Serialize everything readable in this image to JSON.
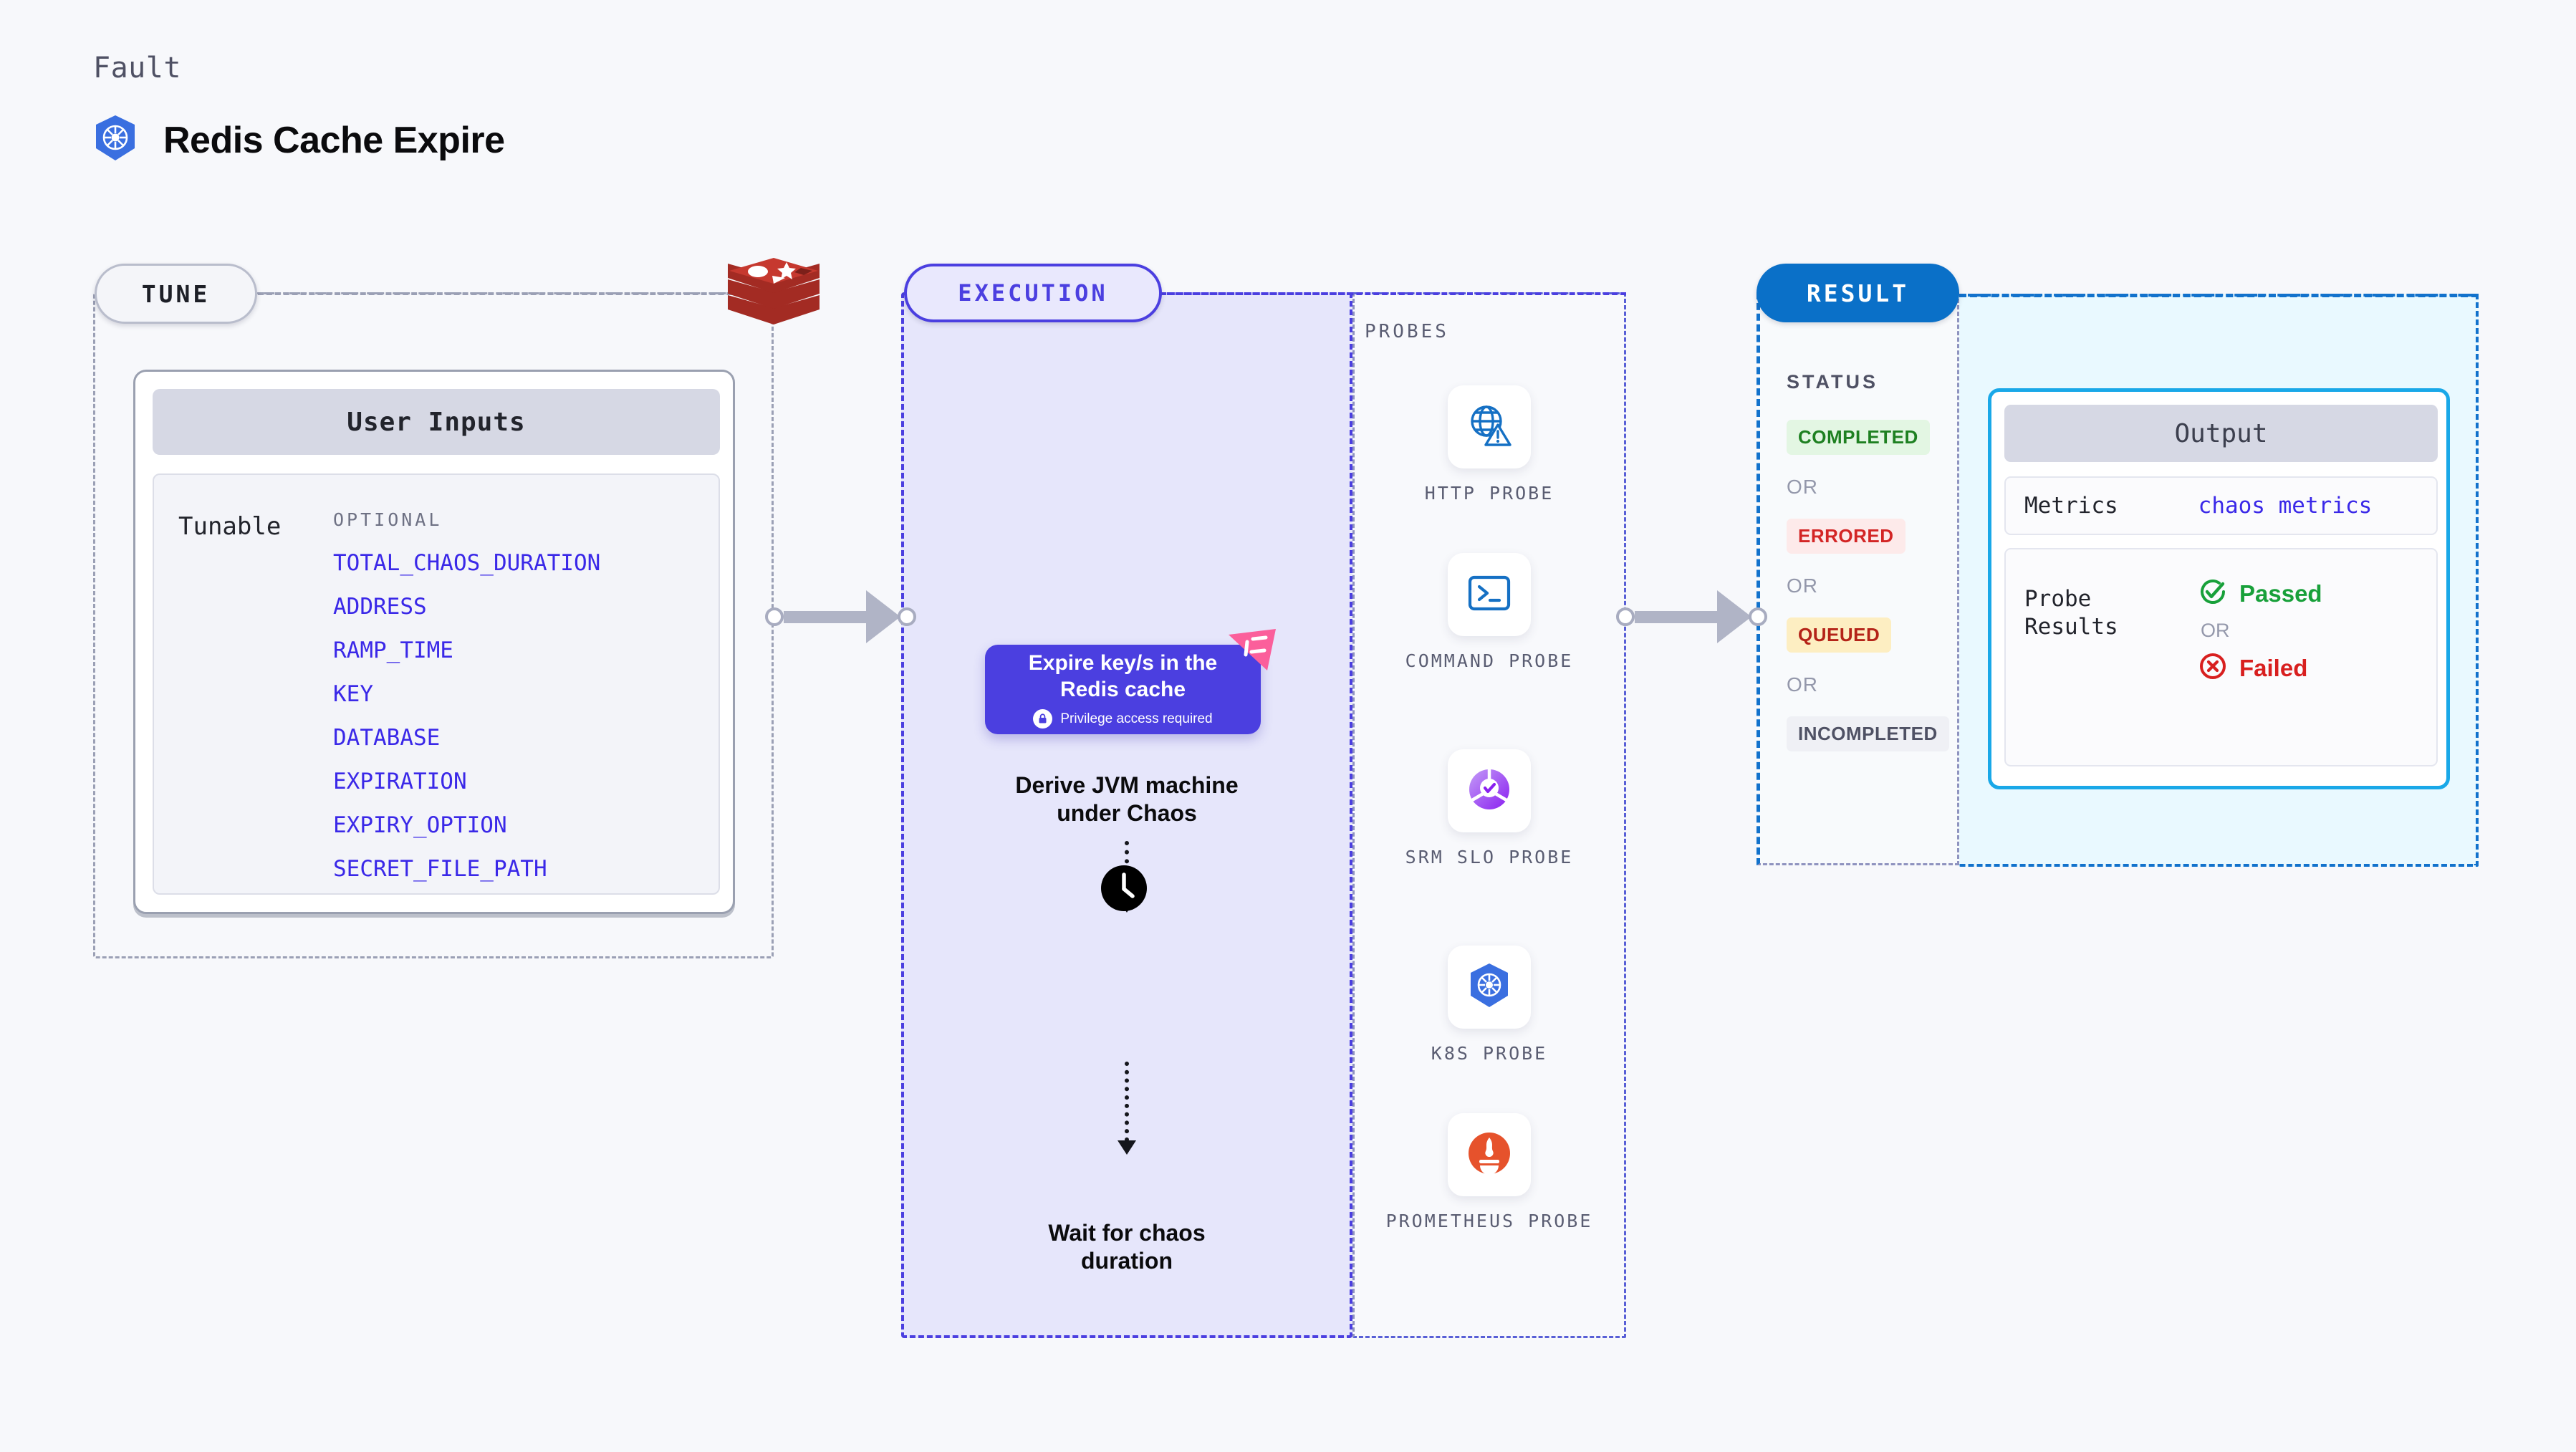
{
  "header": {
    "kicker": "Fault",
    "title": "Redis Cache Expire",
    "icon": "kubernetes-helm-icon"
  },
  "tune": {
    "badge": "TUNE",
    "logo": "redis-logo",
    "card_title": "User Inputs",
    "tunable_label": "Tunable",
    "optional_label": "OPTIONAL",
    "params": [
      "TOTAL_CHAOS_DURATION",
      "ADDRESS",
      "RAMP_TIME",
      "KEY",
      "DATABASE",
      "EXPIRATION",
      "EXPIRY_OPTION",
      "SECRET_FILE_PATH"
    ]
  },
  "execution": {
    "badge": "EXECUTION",
    "step_derive": "Derive JVM machine\nunder Chaos",
    "action_title": "Expire key/s in the\nRedis cache",
    "action_note": "Privilege access required",
    "action_icon": "lock-icon",
    "ribbon_icon": "harness-chaos-ribbon-icon",
    "step_wait": "Wait for chaos\nduration",
    "wait_icon": "clock-icon"
  },
  "probes": {
    "label": "PROBES",
    "items": [
      {
        "name": "HTTP PROBE",
        "icon": "globe-warning-icon"
      },
      {
        "name": "COMMAND PROBE",
        "icon": "terminal-icon"
      },
      {
        "name": "SRM SLO PROBE",
        "icon": "slo-gauge-check-icon"
      },
      {
        "name": "K8S PROBE",
        "icon": "kubernetes-helm-icon"
      },
      {
        "name": "PROMETHEUS PROBE",
        "icon": "prometheus-flame-icon"
      }
    ]
  },
  "result": {
    "badge": "RESULT",
    "status_label": "STATUS",
    "or": "OR",
    "statuses": [
      {
        "label": "COMPLETED",
        "bg": "#e3f6e3",
        "fg": "#1e8021"
      },
      {
        "label": "ERRORED",
        "bg": "#fdeaea",
        "fg": "#d32525"
      },
      {
        "label": "QUEUED",
        "bg": "#fdeec2",
        "fg": "#b42318"
      },
      {
        "label": "INCOMPLETED",
        "bg": "#eff0f5",
        "fg": "#4f5164"
      }
    ]
  },
  "output": {
    "title": "Output",
    "metrics_key": "Metrics",
    "metrics_value": "chaos metrics",
    "probe_results_key": "Probe\nResults",
    "passed": "Passed",
    "failed": "Failed",
    "or": "OR",
    "passed_color": "#18a03a",
    "failed_color": "#d81f1f",
    "passed_icon": "check-circle-icon",
    "failed_icon": "x-circle-icon"
  }
}
